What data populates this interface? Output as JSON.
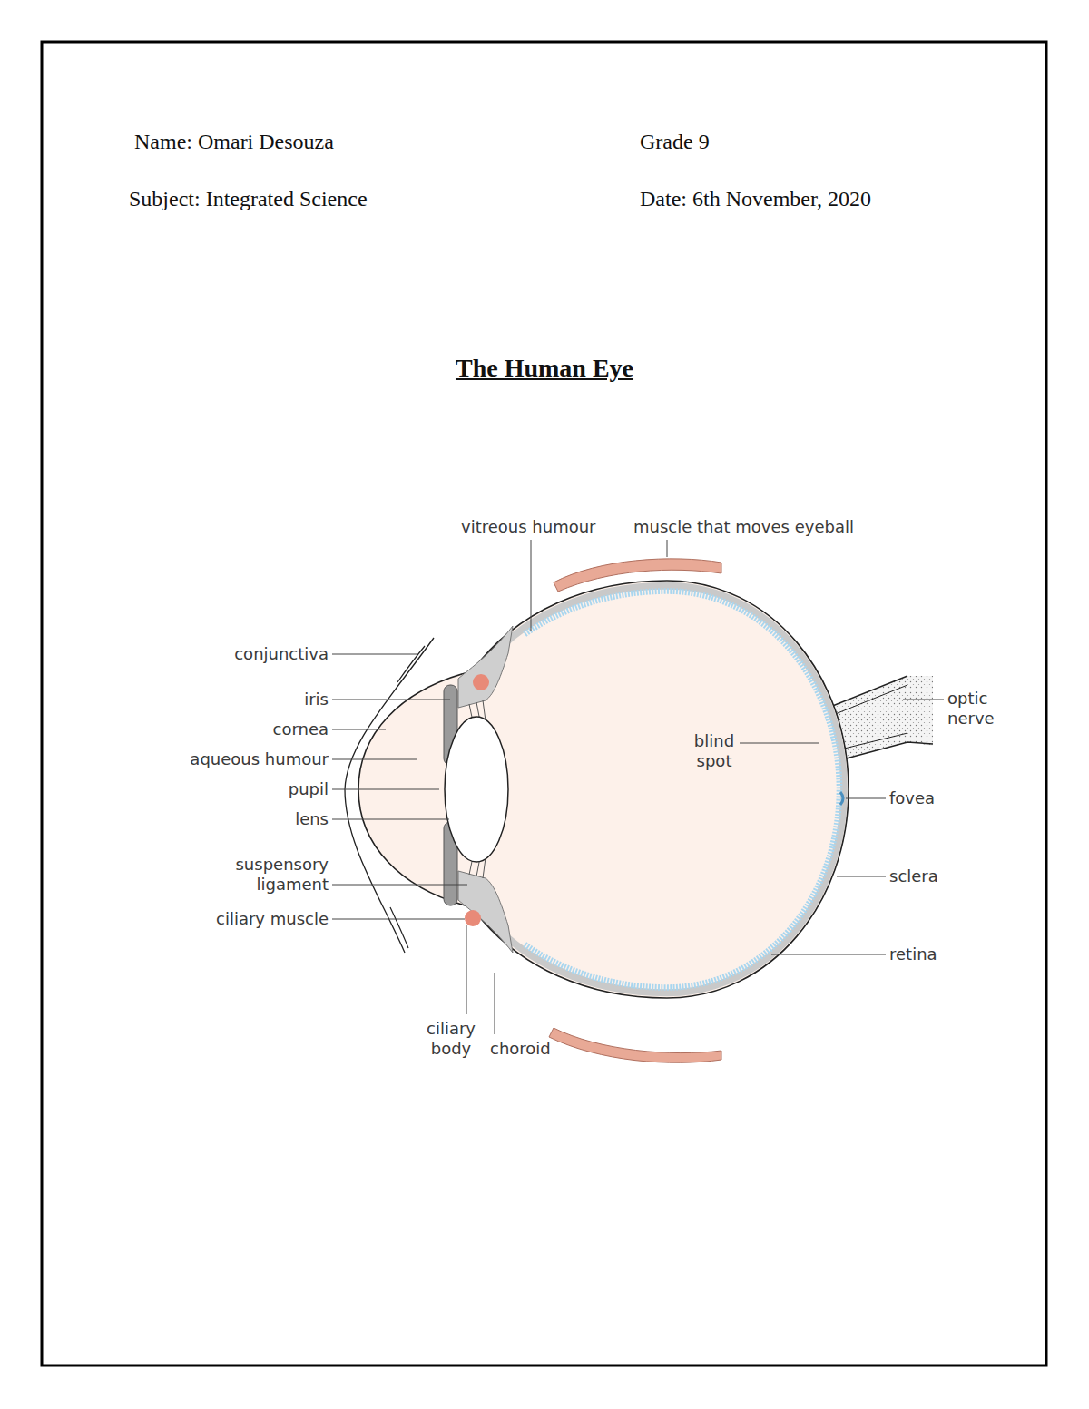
{
  "diagram": {
    "title": "The Human Eye",
    "labels": [
      "Name: Omari Desouza",
      "Grade 9",
      "Subject: Integrated Science",
      "Date: 6th November, 2020",
      "vitreous humour",
      "muscle that moves eyeball",
      "conjunctiva",
      "iris",
      "cornea",
      "aqueous humour",
      "pupil",
      "lens",
      "suspensory ligament",
      "ciliary muscle",
      "ciliary body",
      "choroid",
      "blind spot",
      "optic nerve",
      "fovea",
      "sclera",
      "retina"
    ]
  }
}
